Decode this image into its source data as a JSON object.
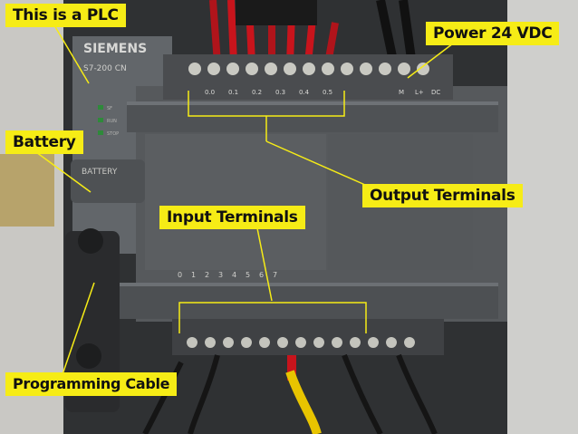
{
  "annotations": {
    "plc": "This is a PLC",
    "power": "Power 24 VDC",
    "battery": "Battery",
    "output_terminals": "Output Terminals",
    "input_terminals": "Input Terminals",
    "programming_cable": "Programming Cable"
  },
  "device": {
    "brand": "SIEMENS",
    "model": "S7-200 CN",
    "battery_label": "BATTERY",
    "top_terminal_labels": [
      "0.0",
      "0.1",
      "0.2",
      "0.3",
      "0.4",
      "0.5",
      "M",
      "L+",
      "DC"
    ],
    "input_channel_labels": [
      "0",
      "1",
      "2",
      "3",
      "4",
      "5",
      "6",
      "7"
    ],
    "status_leds": [
      "SF",
      "RUN",
      "STOP"
    ]
  },
  "colors": {
    "callout": "#f6ec16",
    "plc_body": "#56595c",
    "wire_red": "#c8141c",
    "wire_yellow": "#e8c400"
  }
}
